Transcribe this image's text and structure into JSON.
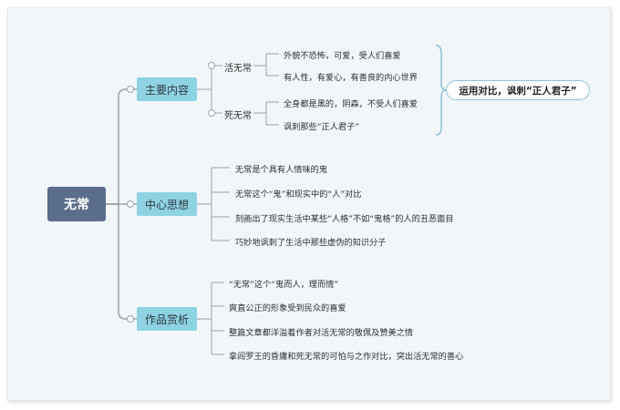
{
  "root": {
    "label": "无常"
  },
  "branches": [
    {
      "label": "主要内容"
    },
    {
      "label": "中心思想"
    },
    {
      "label": "作品赏析"
    }
  ],
  "main_content": {
    "subs": [
      {
        "label": "活无常",
        "leaves": [
          "外貌不恐怖，可爱，受人们喜爱",
          "有人性，有爱心，有善良的内心世界"
        ]
      },
      {
        "label": "死无常",
        "leaves": [
          "全身都是黑的，阴森，不受人们喜爱",
          "讽刺那些“正人君子”"
        ]
      }
    ],
    "summary": "运用对比，讽刺“正人君子”"
  },
  "central_idea": {
    "leaves": [
      "无常是个具有人情味的鬼",
      "无常这个“鬼”和现实中的“人”对比",
      "刻画出了现实生活中某些“人格”不如“鬼格”的人的丑恶面目",
      "巧妙地讽刺了生活中那些虚伪的知识分子"
    ]
  },
  "appreciation": {
    "leaves": [
      "“无常”这个“鬼而人，理而情”",
      "爽直公正的形象受到民众的喜爱",
      "整篇文章都洋溢着作者对活无常的敬佩及赞美之情",
      "拿阎罗王的昏庸和死无常的可怕与之作对比，突出活无常的善心"
    ]
  },
  "colors": {
    "root_fill": "#5a6e8c",
    "branch_fill": "#8fd3e3",
    "line": "#9aa4aa",
    "summary_border": "#8fc1d6"
  }
}
